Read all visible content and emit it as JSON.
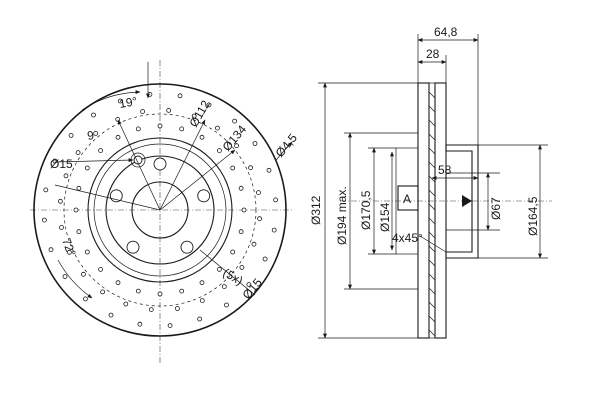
{
  "front_view": {
    "hole_count_label": "(5x)",
    "dim_19": "19°",
    "dim_9": "9",
    "dim_112": "Ø112",
    "dim_134": "Ø134",
    "dim_4_5": "Ø4,5",
    "dim_15_left": "Ø15",
    "dim_15_bottom": "Ø15",
    "dim_72": "72°"
  },
  "section_view": {
    "dim_64_8": "64,8",
    "dim_28": "28",
    "dim_312": "Ø312",
    "dim_194": "Ø194 max.",
    "dim_170_5": "Ø170,5",
    "dim_154": "Ø154",
    "dim_58": "58",
    "dim_A": "A",
    "dim_67": "Ø67",
    "dim_164_5": "Ø164,5",
    "dim_4x45": "4x45°"
  }
}
